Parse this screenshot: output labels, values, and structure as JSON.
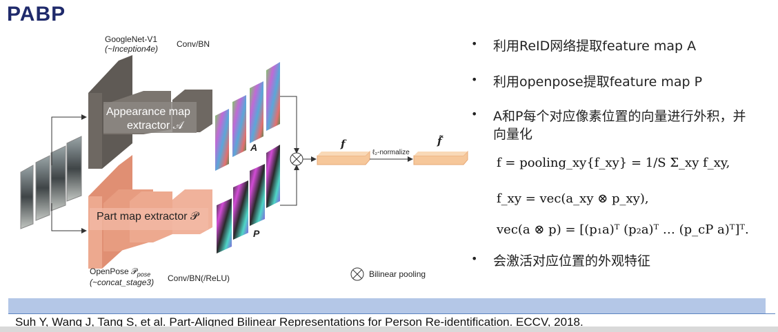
{
  "title": "PABP",
  "diagram": {
    "googlenet_label": "GoogleNet-V1",
    "googlenet_sub": "(~Inception4e)",
    "conv_bn_top": "Conv/BN",
    "appearance_line1": "Appearance map",
    "appearance_line2": "extractor 𝒜",
    "part_extractor": "Part map extractor 𝒫",
    "openpose_label": "OpenPose 𝒫",
    "openpose_sub_pose": "pose",
    "openpose_sub": "(~concat_stage3)",
    "conv_bn_bottom": "Conv/BN(/ReLU)",
    "label_A": "A",
    "label_P": "P",
    "label_f": "f",
    "label_ftilde": "f̃",
    "l2_normalize": "ℓ₂-normalize",
    "bilinear_pooling": "Bilinear pooling"
  },
  "bullets": [
    "利用ReID网络提取feature map A",
    "利用openpose提取feature map P",
    "A和P每个对应像素位置的向量进行外积，并向量化",
    "会激活对应位置的外观特征"
  ],
  "equations": {
    "eq1": "f = pooling_xy{f_xy} = 1/S Σ_xy f_xy,",
    "eq2": "f_xy = vec(a_xy ⊗ p_xy),",
    "eq3": "vec(a ⊗ p) = [(p₁a)ᵀ (p₂a)ᵀ … (p_cP a)ᵀ]ᵀ."
  },
  "reference": "Suh Y, Wang J, Tang S, et al. Part-Aligned Bilinear Representations for Person Re-identification. ECCV, 2018.",
  "colors": {
    "title": "#1f2a6b",
    "gray_block": "#6e6862",
    "salmon_block": "#eda98f",
    "feature_bar": "#f6c79a",
    "ref_bar": "#b4c7e7"
  }
}
